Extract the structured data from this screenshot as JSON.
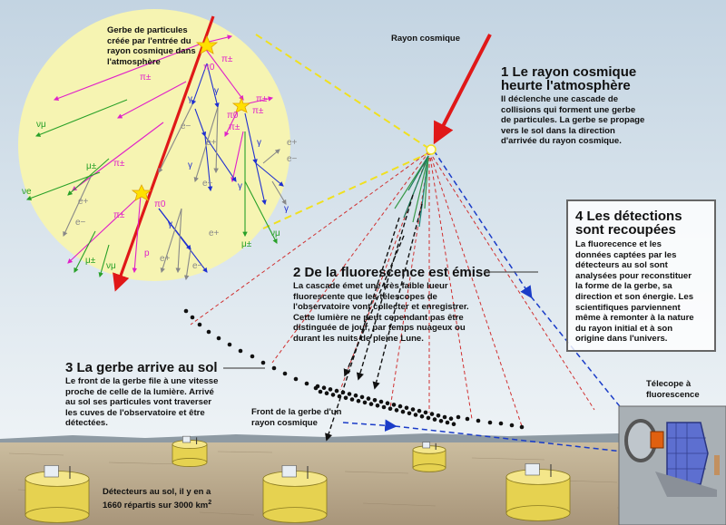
{
  "colors": {
    "sky_top": "#c3d4e2",
    "sky_bottom": "#eef3f6",
    "ground": "#bba98f",
    "shower_disc": "#f6f4b2",
    "cosmic_ray": "#e01818",
    "pion": "#e020c8",
    "gamma": "#2030d0",
    "electron": "#888888",
    "muon": "#28a028",
    "neutrino": "#28a028",
    "fluorescence_rays": "#d03030",
    "detection_line": "#1a3cc8",
    "tank": "#e6d250"
  },
  "labels": {
    "cosmic_ray": "Rayon cosmique",
    "shower_created": [
      "Gerbe de particules",
      "créée par l'entrée du",
      "rayon cosmique dans",
      "l'atmosphère"
    ],
    "shower_front": [
      "Front de la gerbe d'un",
      "rayon cosmique"
    ],
    "detectors": [
      "Détecteurs au sol, il y en a",
      "1660 répartis sur 3000 km"
    ],
    "detectors_exp": "2",
    "telescope": [
      "Télecope à",
      "fluorescence"
    ]
  },
  "steps": {
    "step1": {
      "title": [
        "1 Le rayon cosmique",
        "heurte l'atmosphère"
      ],
      "body": [
        "Il déclenche une cascade de",
        "collisions qui forment une gerbe",
        "de particules. La gerbe se propage",
        "vers le sol dans la direction",
        "d'arrivée du rayon cosmique."
      ]
    },
    "step2": {
      "title": "2 De la fluorescence est émise",
      "body": [
        "La cascade émet une très faible lueur",
        "fluorescente que les télescopes de",
        "l'observatoire vont collecter et enregistrer.",
        "Cette lumière ne peut cependant pas être",
        "distinguée de jour, par temps nuageux ou",
        "durant les nuits de pleine Lune."
      ]
    },
    "step3": {
      "title": "3 La gerbe arrive au sol",
      "body": [
        "Le front de la gerbe file à une vitesse",
        "proche de celle de la lumière. Arrivé",
        "au sol ses particules vont traverser",
        "les cuves de l'observatoire et être",
        "détectées."
      ]
    },
    "step4": {
      "title": [
        "4 Les détections",
        "sont recoupées"
      ],
      "body": [
        "La fluorecence et les",
        "données captées par les",
        "détecteurs au sol sont",
        "analysées pour reconstituer",
        "la forme de la gerbe, sa",
        "direction et son énergie. Les",
        "scientifiques parviennent",
        "même à remonter à la nature",
        "du rayon initial et à son",
        "origine dans l'univers."
      ]
    }
  },
  "particles": {
    "pi_pm": "π±",
    "pi_0": "π0",
    "gamma": "γ",
    "e_minus": "e−",
    "e_plus": "e+",
    "mu_pm": "μ±",
    "nu_mu": "νμ",
    "nu_e": "νe",
    "p": "p"
  }
}
